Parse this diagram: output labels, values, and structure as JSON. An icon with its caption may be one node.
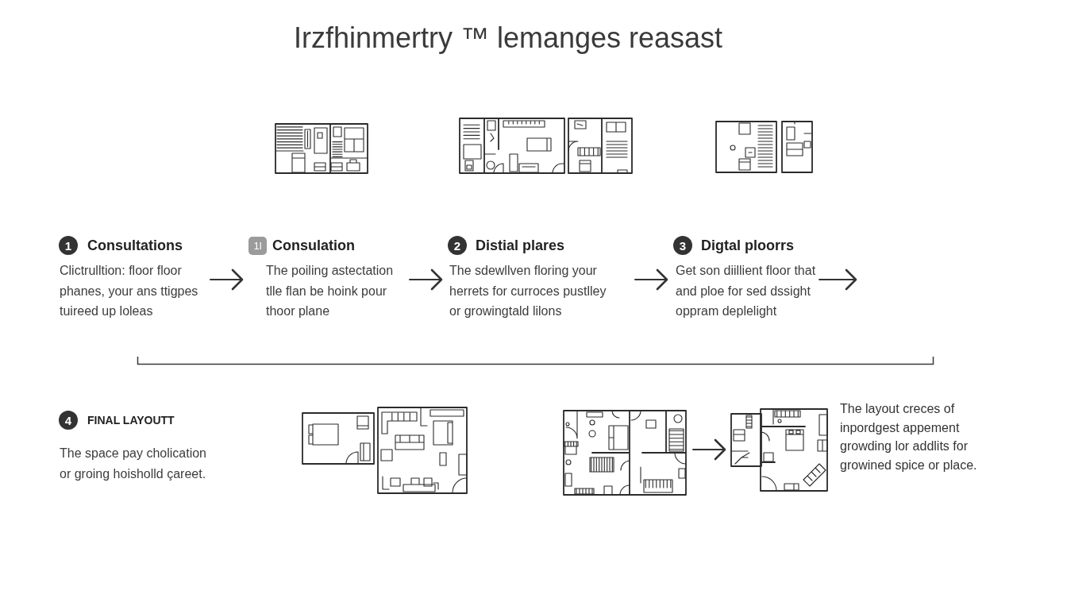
{
  "diagram": {
    "title": "Irzfhinmertry ™ lemanges reasast",
    "nodes": [
      {
        "text": [
          "1",
          "Consultations",
          "Clictrulltion: floor floor phanes, your ans ttigpes tuireed up loleas"
        ]
      },
      {
        "text": [
          "1l",
          "Consulation",
          "The poiling astectation tlle flan be hoink pour thoor plane"
        ]
      },
      {
        "text": [
          "2",
          "Distial plares",
          "The sdewllven floring your herrets for curroces pustlley or growingtald lilons"
        ]
      },
      {
        "text": [
          "3",
          "Digtal ploorrs",
          "Get son diillient floor that and ploe for sed dssight oppram deplelight"
        ]
      },
      {
        "text": [
          "4",
          "FINAL LAYOUTT",
          "The space pay cholication or groing hoisholld çareet."
        ]
      },
      {
        "text": [],
        "shape": "picture"
      },
      {
        "text": [],
        "shape": "picture",
        "beside": [
          "The layout creces of inpordgest appement growding lor addlits for growined spice or place."
        ]
      }
    ],
    "edges": [
      {
        "from": 0,
        "to": 1,
        "arrow": "to"
      },
      {
        "from": 1,
        "to": 2,
        "arrow": "to"
      },
      {
        "from": 2,
        "to": 3,
        "arrow": "to"
      },
      {
        "from": 3,
        "to": null,
        "arrow": "to"
      },
      {
        "from": 5,
        "to": 6,
        "arrow": "to"
      }
    ]
  }
}
